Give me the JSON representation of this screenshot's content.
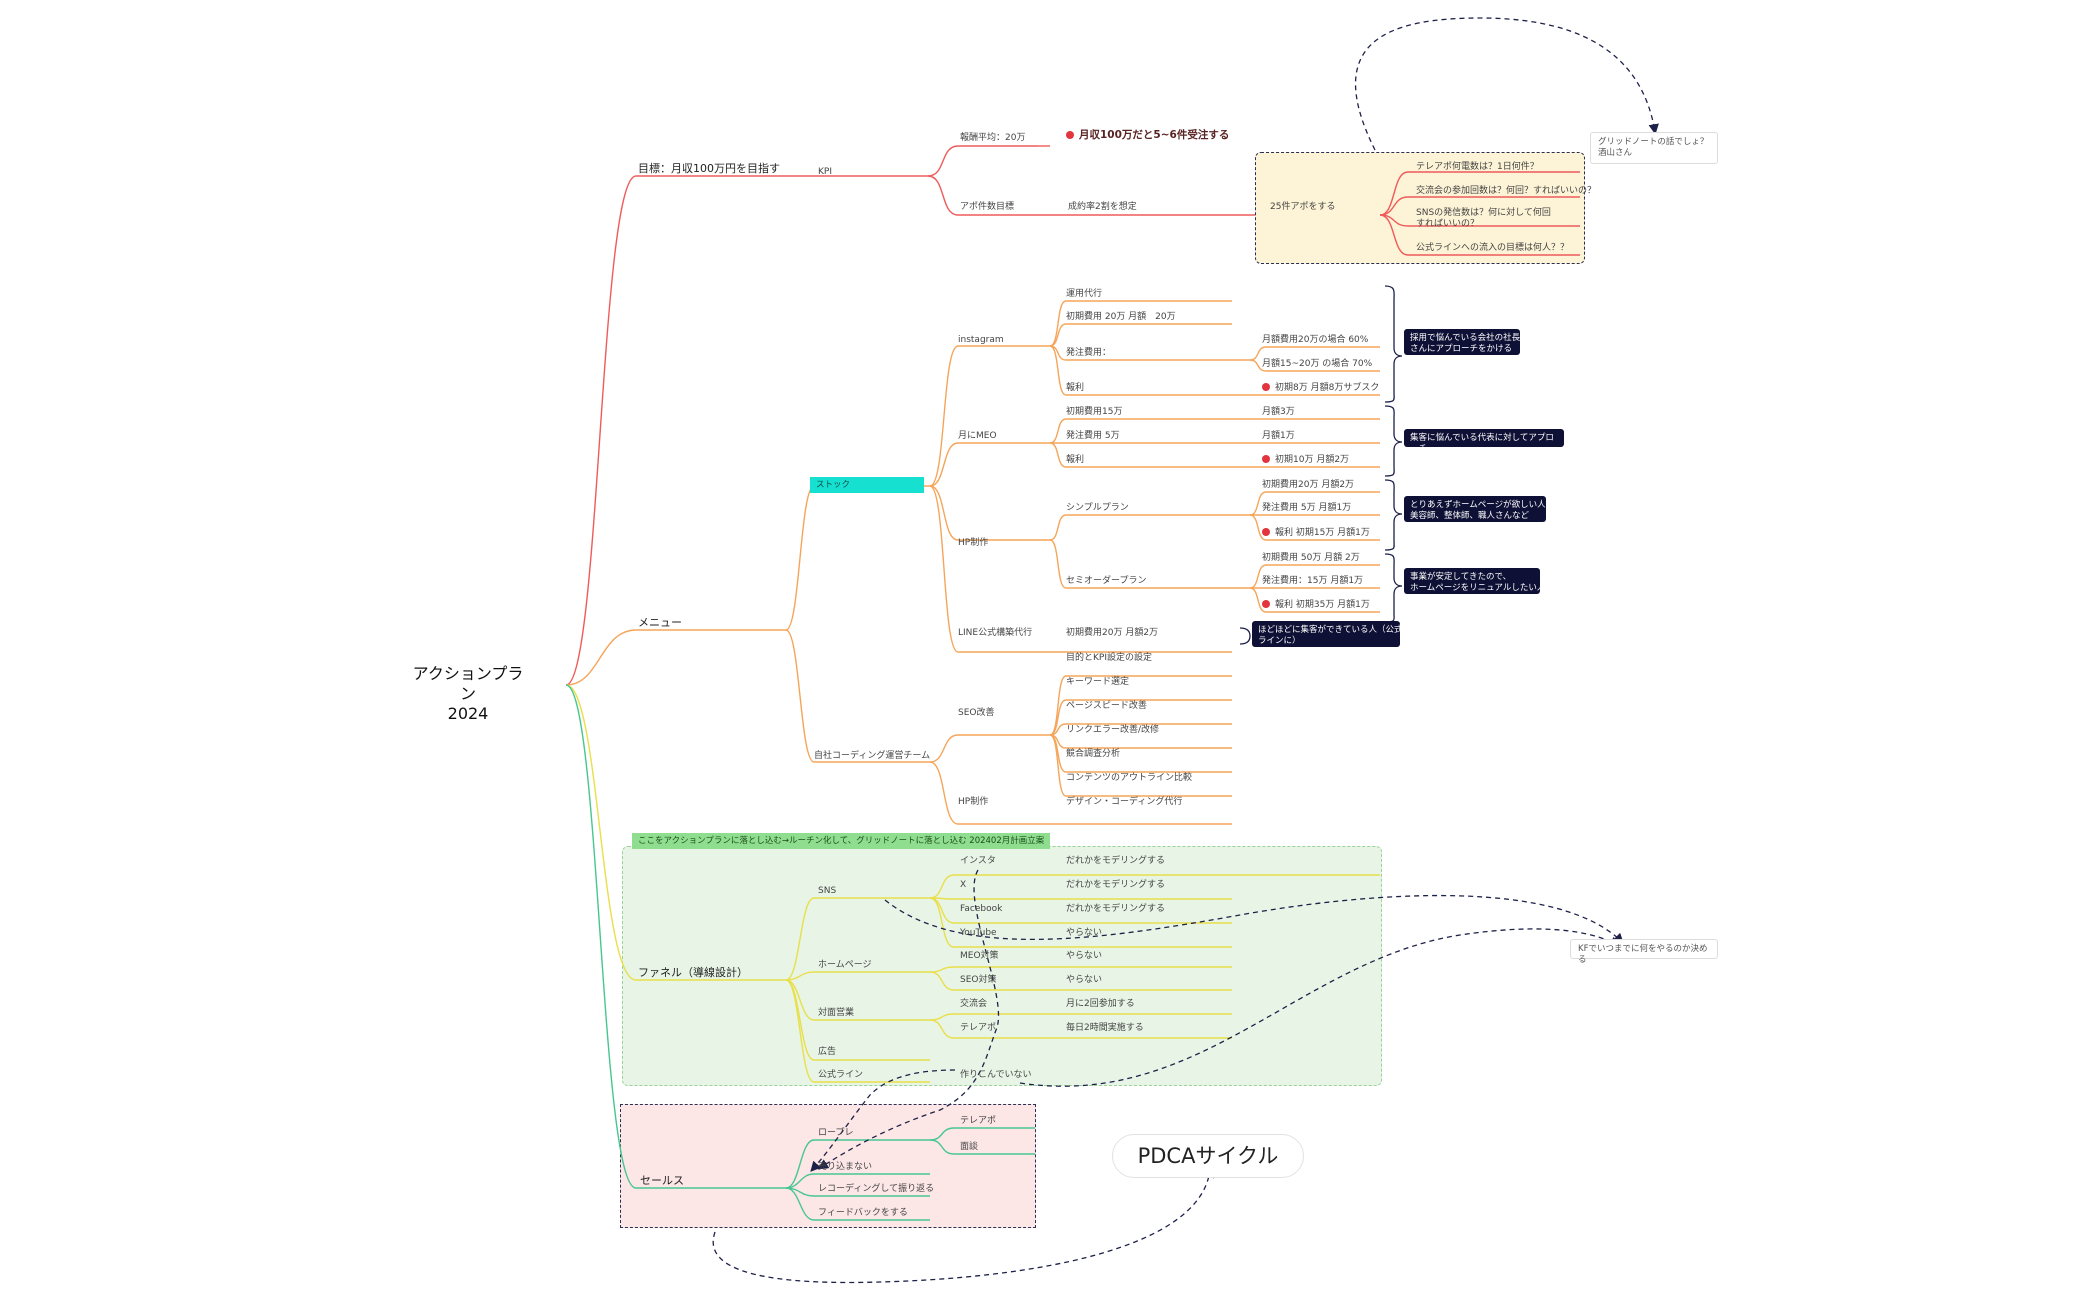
{
  "root": {
    "line1": "アクションプラン",
    "line2": "2024"
  },
  "goal": {
    "title": "目標：月収100万円を目指す",
    "kpi": "KPI",
    "unit_price": "報酬平均：20万",
    "unit_price_target": "月収100万だと5~6件受注する",
    "appo_target": "アポ件数目標",
    "close_rate": "成約率2割を想定",
    "appo_count": "25件アポをする",
    "questions": [
      "テレアポ何電数は？1日何件？",
      "交流会の参加回数は？何回？すればいいの？",
      "SNSの発信数は？何に対して何回\nすればいいの？",
      "公式ラインへの流入の目標は何人？？"
    ],
    "note": "グリッドノートの話でしょ？\n酒山さん"
  },
  "menu": {
    "title": "メニュー",
    "sustain": "ストック",
    "instagram": {
      "label": "instagram",
      "items": [
        "運用代行",
        "初期費用 20万 月額　20万",
        "発注費用：",
        "報利"
      ],
      "sub": [
        "月額費用20万の場合 60%",
        "月額15~20万 の場合 70%",
        "初期8万 月額8万サブスク"
      ]
    },
    "meo": {
      "label": "月にMEO",
      "items": [
        "初期費用15万",
        "発注費用 5万",
        "報利"
      ],
      "sub": [
        "月額3万",
        "月額1万",
        "初期10万 月額2万"
      ]
    },
    "hp": {
      "label": "HP制作",
      "simple": "シンプルプラン",
      "simple_sub": [
        "初期費用20万 月額2万",
        "発注費用 5万 月額1万",
        "報利 初期15万 月額1万"
      ],
      "semi": "セミオーダープラン",
      "semi_sub": [
        "初期費用 50万 月額 2万",
        "発注費用：15万 月額1万",
        "報利 初期35万 月額1万"
      ]
    },
    "line": {
      "label": "LINE公式構築代行",
      "price": "初期費用20万 月額2万"
    },
    "targets": [
      "採用で悩んでいる会社の社長\nさんにアプローチをかける",
      "集客に悩んでいる代表に対してアプローチ",
      "とりあえずホームページが欲しい人に\n美容師、整体師、職人さんなど",
      "事業が安定してきたので、\nホームページをリニュアルしたい人",
      "ほどほどに集客ができている人（公式\nラインに）"
    ],
    "coding": {
      "label": "自社コーディング運営チーム",
      "seo": "SEO改善",
      "seo_items": [
        "目的とKPI設定の設定",
        "キーワード選定",
        "ページスピード改善",
        "リンクエラー改善/改修",
        "競合調査分析",
        "コンテンツのアウトライン比較"
      ],
      "hp": "HP制作",
      "hp_item": "デザイン・コーディング代行"
    }
  },
  "funnel": {
    "banner": "ここをアクションプランに落とし込む→ルーチン化して、グリッドノートに落とし込む 202402月計画立案",
    "title": "ファネル（導線設計）",
    "sns": "SNS",
    "sns_items": [
      {
        "name": "インスタ",
        "action": "だれかをモデリングする"
      },
      {
        "name": "X",
        "action": "だれかをモデリングする"
      },
      {
        "name": "Facebook",
        "action": "だれかをモデリングする"
      },
      {
        "name": "YouTube",
        "action": "やらない"
      }
    ],
    "homepage": "ホームページ",
    "hp_items": [
      {
        "name": "MEO対策",
        "action": "やらない"
      },
      {
        "name": "SEO対策",
        "action": "やらない"
      }
    ],
    "sales_channel": "対面営業",
    "sales_items": [
      {
        "name": "交流会",
        "action": "月に2回参加する"
      },
      {
        "name": "テレアポ",
        "action": "毎日2時間実施する"
      }
    ],
    "ads": "広告",
    "line": "公式ライン",
    "line_status": "作りこんでいない",
    "kf_note": "KFでいつまでに何をやるのか決める"
  },
  "sales": {
    "title": "セールス",
    "role": "ロープレ",
    "role_items": [
      "テレアポ",
      "面談"
    ],
    "items": [
      "売り込まない",
      "レコーディングして振り返る",
      "フィードバックをする"
    ]
  },
  "pdca": "PDCAサイクル",
  "colors": {
    "red": "#ef5b5b",
    "orange": "#f5a55a",
    "yellow": "#e8df4a",
    "green": "#46c690",
    "cyan": "#16e0cf",
    "navy": "#0e1035",
    "yellow_box": "#fdf6d9",
    "green_box": "#e9f6e9",
    "pink_box": "#fbe8e8"
  }
}
